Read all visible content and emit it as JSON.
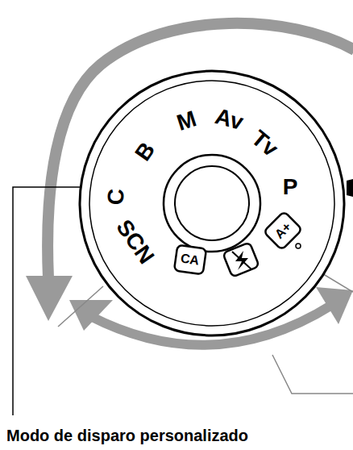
{
  "diagram": {
    "labels": [
      "B",
      "M",
      "Av",
      "Tv",
      "P",
      "C",
      "SCN",
      "CA",
      "A+",
      "Modo de disparo personalizado"
    ]
  }
}
